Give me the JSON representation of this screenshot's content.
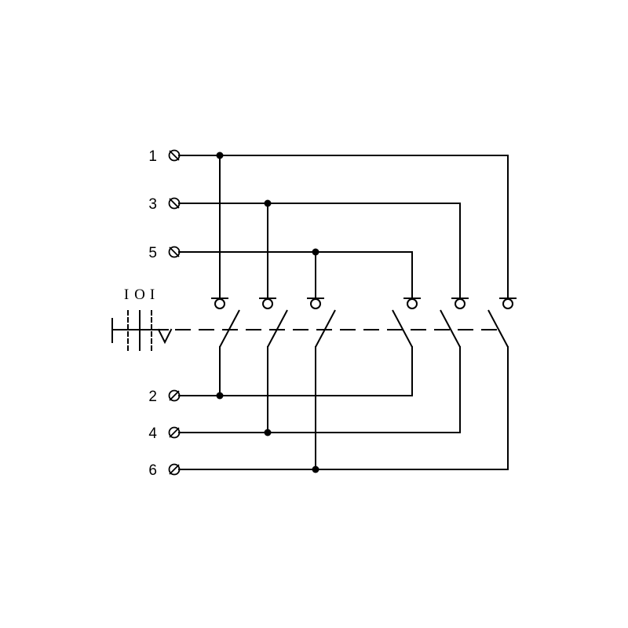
{
  "diagram": {
    "terminals_top": [
      {
        "id": "t1",
        "label": "1"
      },
      {
        "id": "t3",
        "label": "3"
      },
      {
        "id": "t5",
        "label": "5"
      }
    ],
    "terminals_bottom": [
      {
        "id": "t2",
        "label": "2"
      },
      {
        "id": "t4",
        "label": "4"
      },
      {
        "id": "t6",
        "label": "6"
      }
    ],
    "positions": [
      "I",
      "O",
      "I"
    ],
    "contact_count": 6,
    "line_color": "#000000"
  }
}
